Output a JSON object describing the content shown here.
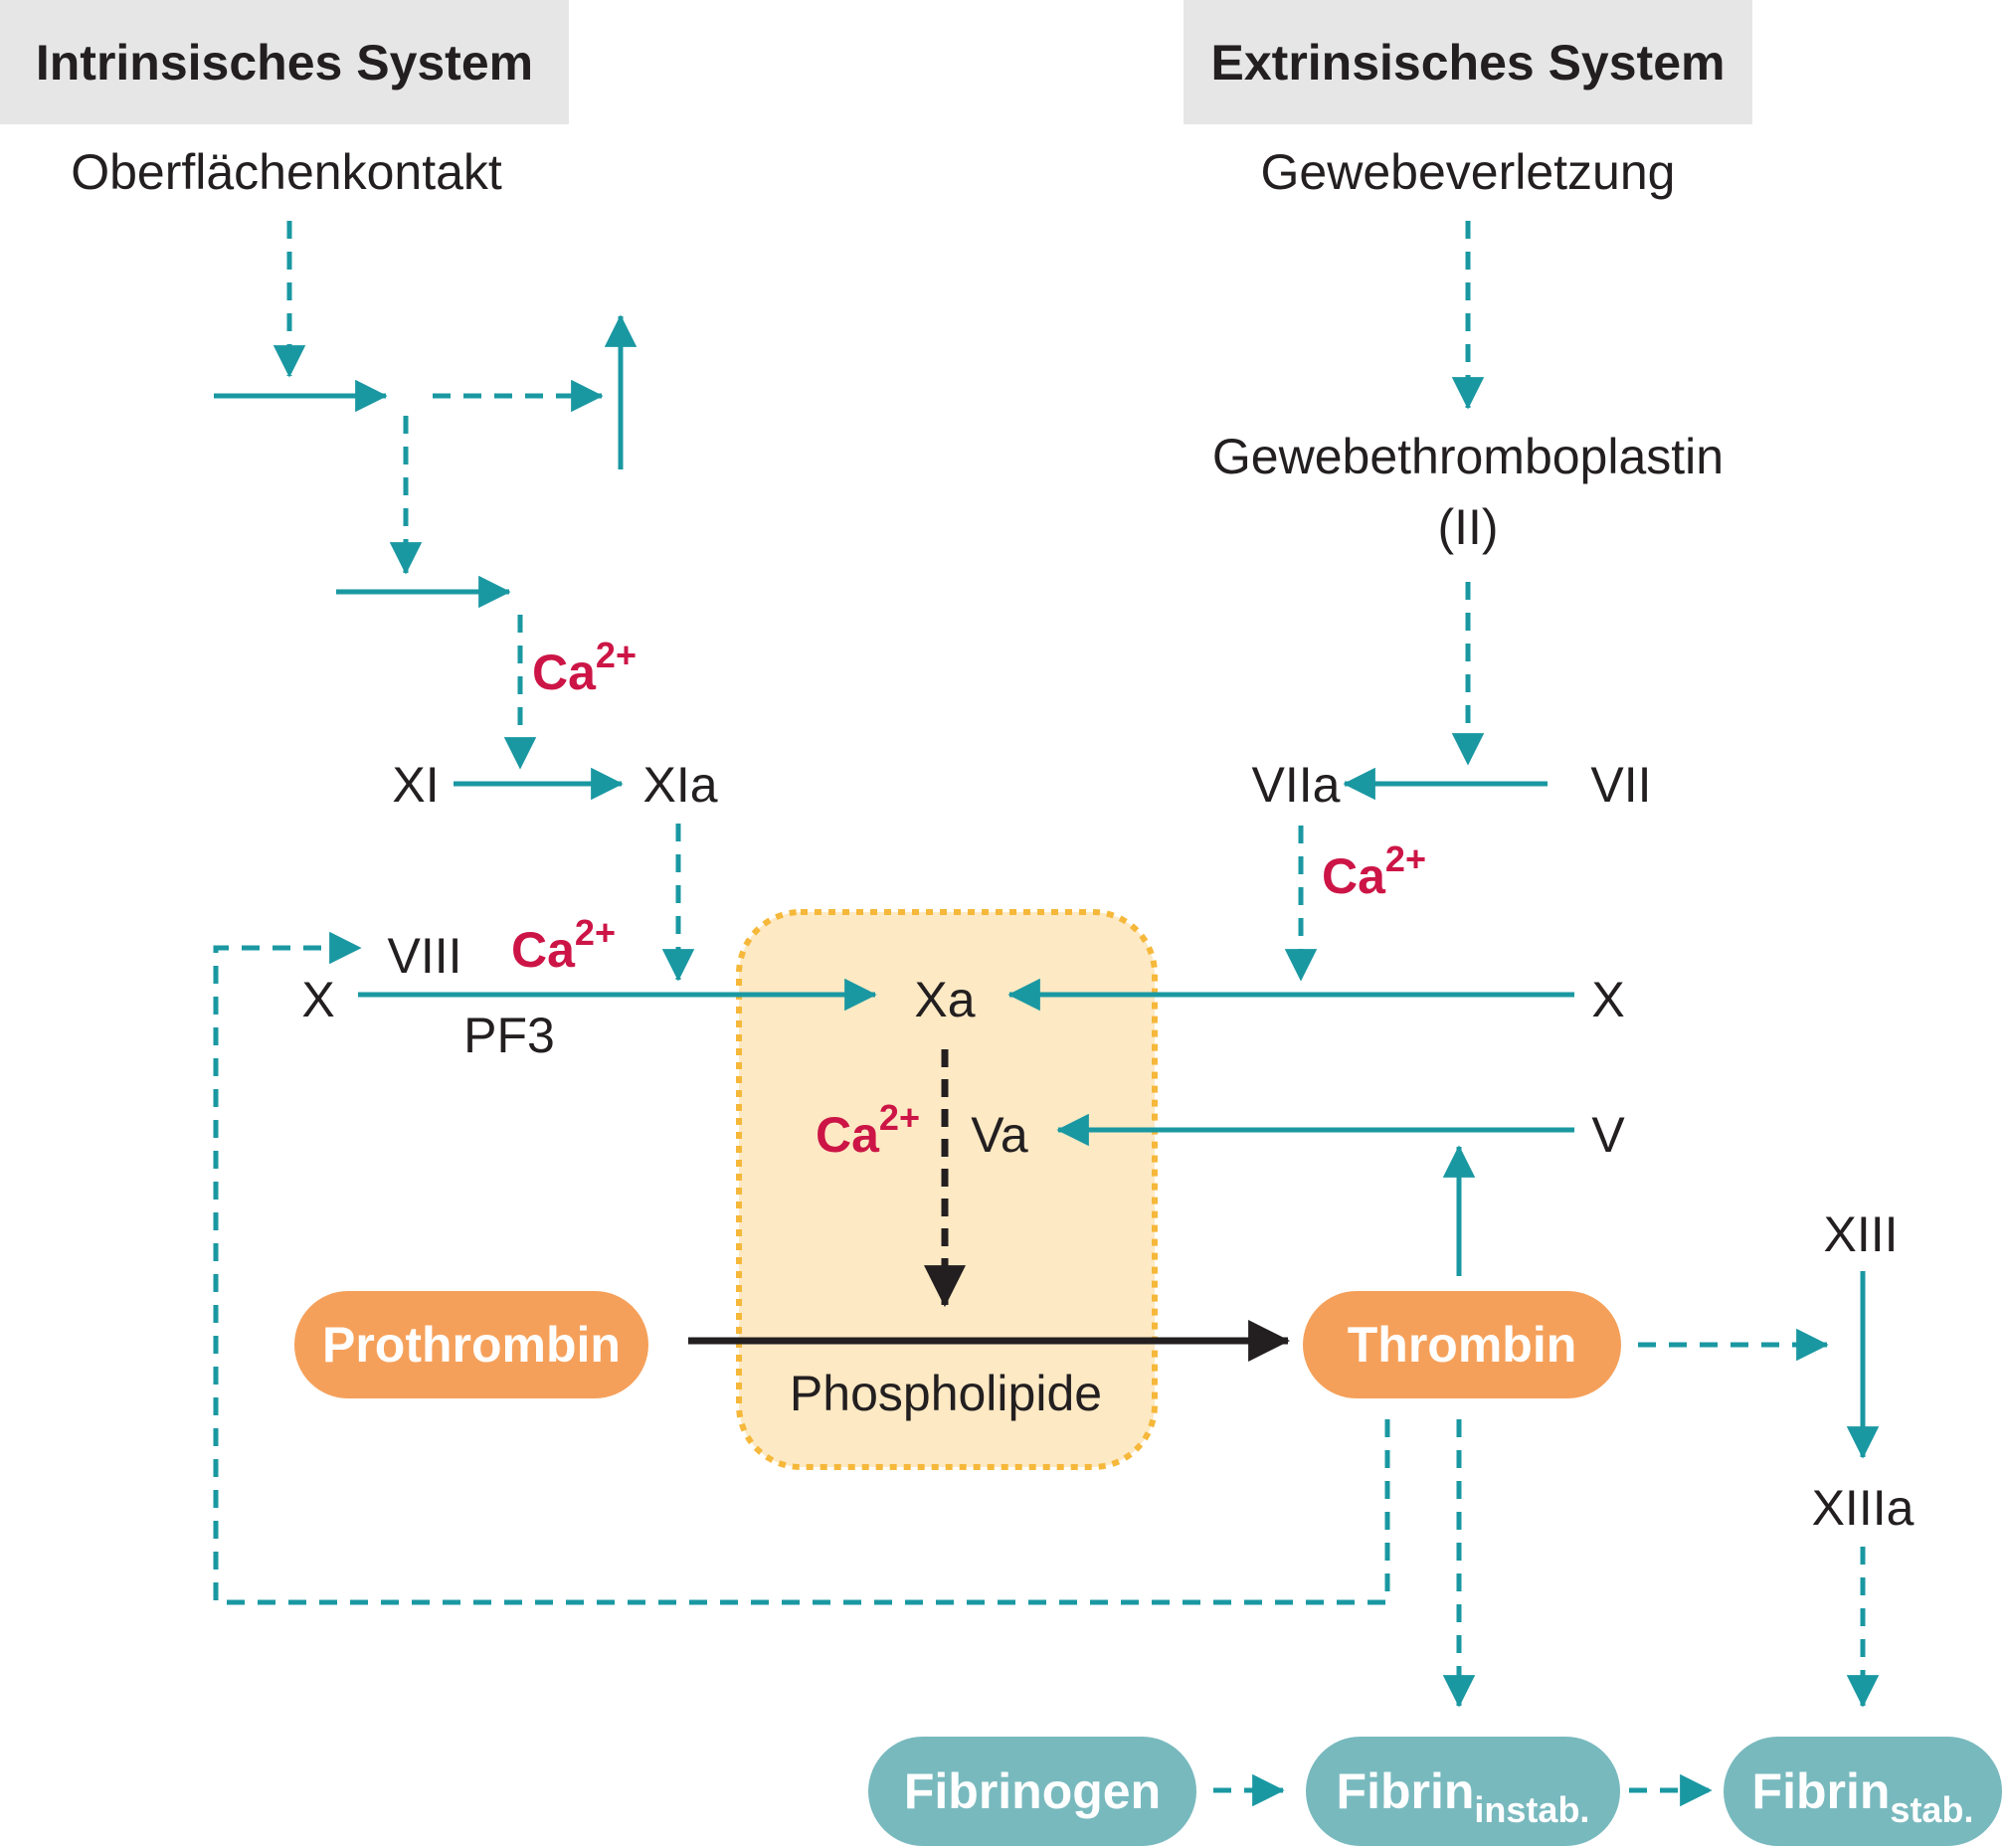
{
  "colors": {
    "teal": "#1a98a2",
    "black": "#231f20",
    "calcium": "#cc1546",
    "orange_pill": "#f5a05a",
    "teal_pill": "#78b9be",
    "phospholipid_fill": "#fde9c4",
    "phospholipid_border": "#f6b83a",
    "header_bg": "#e6e6e7"
  },
  "headers": {
    "intrinsic": "Intrinsisches System",
    "extrinsic": "Extrinsisches System"
  },
  "intrinsic": {
    "trigger": "Oberflächenkontakt",
    "xi": "XI",
    "xia": "XIa",
    "viii": "VIII",
    "x": "X",
    "pf3": "PF3"
  },
  "extrinsic": {
    "trigger": "Gewebeverletzung",
    "thromboplastin": "Gewebethromboplastin",
    "thromboplastin_sub": "(II)",
    "viia": "VIIa",
    "vii": "VII",
    "x": "X",
    "v": "V"
  },
  "common": {
    "xa": "Xa",
    "va": "Va",
    "phospholipide": "Phospholipide",
    "xiii": "XIII",
    "xiiia": "XIIIa"
  },
  "calcium": {
    "base": "Ca",
    "sup": "2+"
  },
  "pills": {
    "prothrombin": "Prothrombin",
    "thrombin": "Thrombin",
    "fibrinogen": "Fibrinogen",
    "fibrin_instab_base": "Fibrin",
    "fibrin_instab_sub": "instab.",
    "fibrin_stab_base": "Fibrin",
    "fibrin_stab_sub": "stab."
  }
}
